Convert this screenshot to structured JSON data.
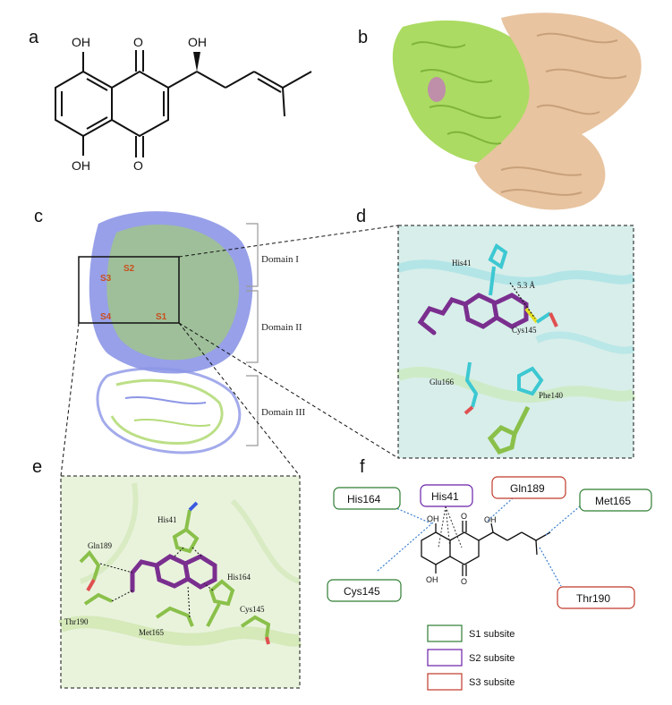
{
  "panel_labels": [
    "a",
    "b",
    "c",
    "d",
    "e",
    "f"
  ],
  "molecule_atoms": {
    "oh": "OH",
    "o": "O"
  },
  "domains": [
    "Domain I",
    "Domain II",
    "Domain III"
  ],
  "subsites_c": [
    "S2",
    "S3",
    "S4",
    "S1"
  ],
  "panel_d": {
    "residues": [
      "His41",
      "Cys145",
      "Glu166",
      "Phe140"
    ],
    "distance": "5.3 Å"
  },
  "panel_e": {
    "residues": [
      "His41",
      "Gln189",
      "His164",
      "Cys145",
      "Thr190",
      "Met165"
    ]
  },
  "panel_f": {
    "boxes": [
      "His164",
      "His41",
      "Gln189",
      "Met165",
      "Cys145",
      "Thr190"
    ],
    "legend": [
      "S1 subsite",
      "S2 subsite",
      "S3 subsite"
    ]
  },
  "colors": {
    "s1": "#2e7d32",
    "s2": "#6a1fa8",
    "s3": "#c0392b",
    "site_label": "#c8501e",
    "protein_green": "#a6d95a",
    "protein_tan": "#e8c4a0",
    "protein_blue": "#8c96e6",
    "ligand": "#7a2f8f",
    "cyan": "#3cc8d2"
  }
}
